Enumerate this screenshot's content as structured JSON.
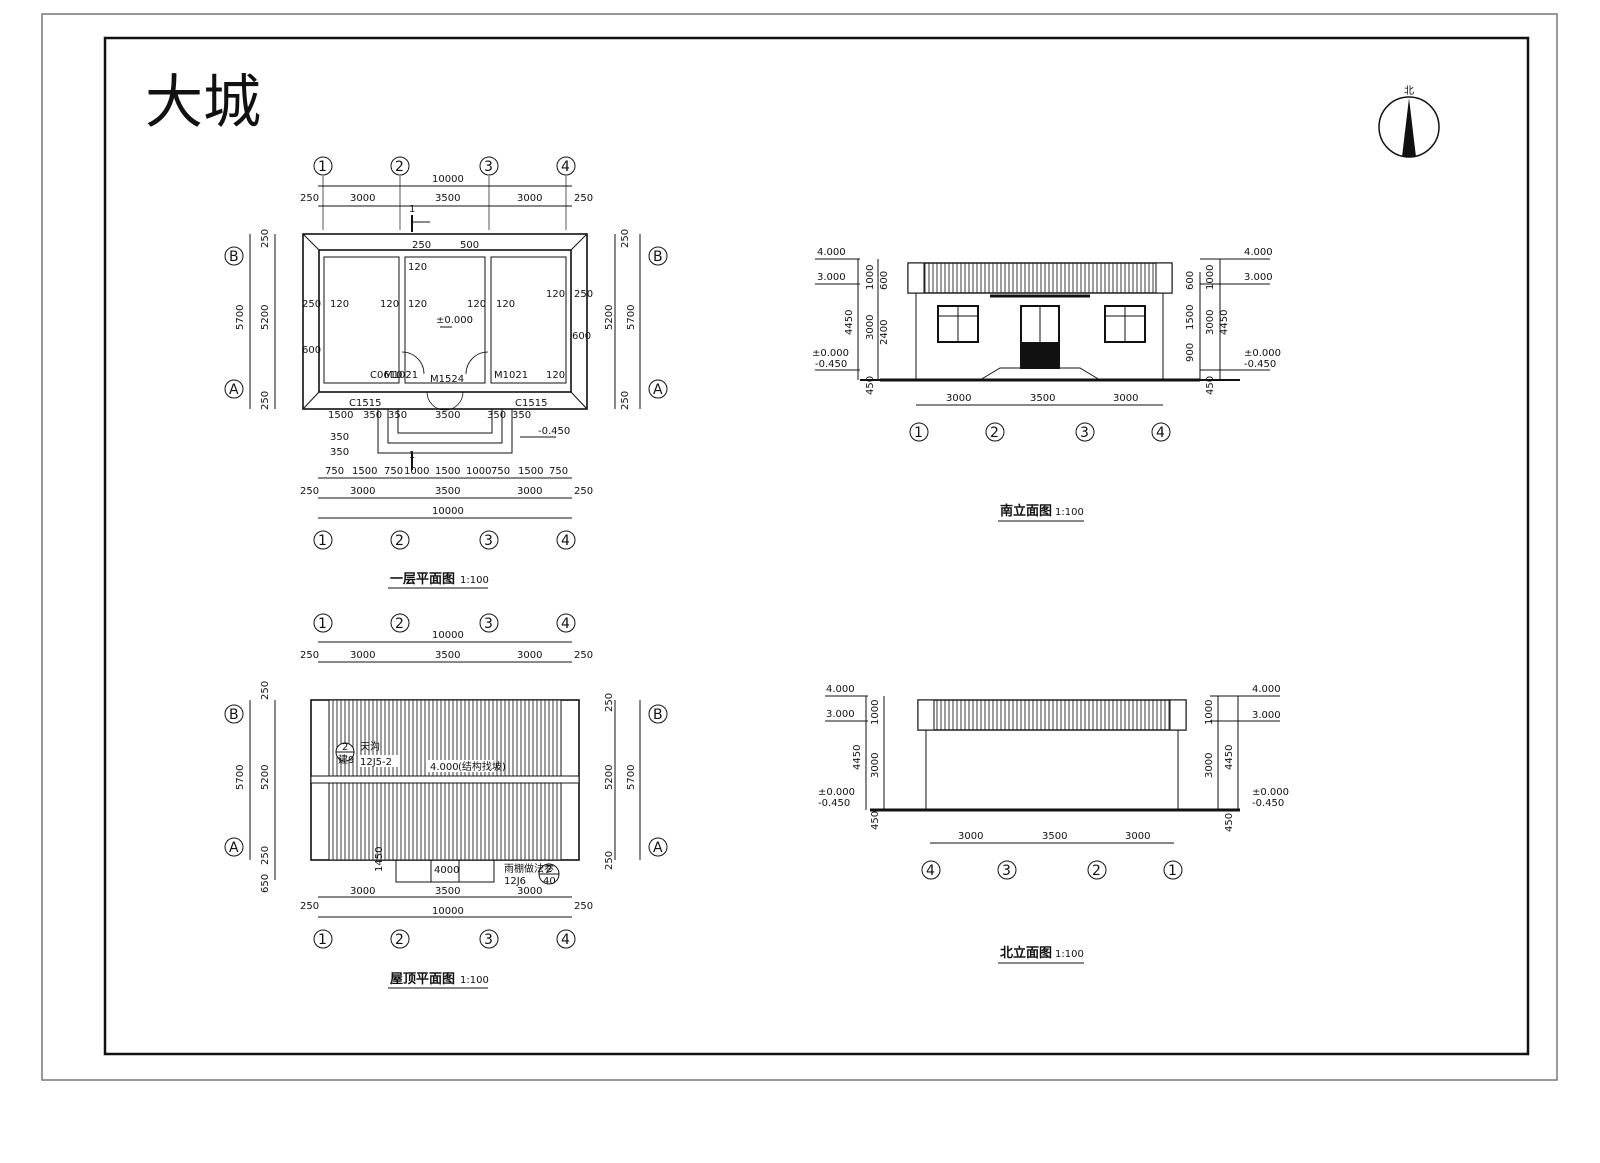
{
  "sheet": {
    "handwritten_label": "大城"
  },
  "north_arrow": {
    "label": "北"
  },
  "titles": {
    "plan": "一层平面图",
    "roof": "屋顶平面图",
    "south": "南立面图",
    "north": "北立面图",
    "scale": "1:100"
  },
  "axes": {
    "v1": "1",
    "v2": "2",
    "v3": "3",
    "v4": "4",
    "hA": "A",
    "hB": "B"
  },
  "dims": {
    "d10000": "10000",
    "d3000": "3000",
    "d3500": "3500",
    "d250": "250",
    "d5700": "5700",
    "d5200": "5200",
    "d500": "500",
    "d120": "120",
    "d600": "600",
    "d750": "750",
    "d1500": "1500",
    "d1000": "1000",
    "d350": "350",
    "d4450": "4450",
    "d2400": "2400",
    "d900": "900",
    "d450": "450",
    "d4000": "4000",
    "d1450": "1450",
    "d650": "650"
  },
  "plan": {
    "section_mark": "1",
    "elevation_floor": "±0.000",
    "elevation_ground": "-0.450",
    "door_main": "M1524",
    "door_left": "M1021",
    "door_right": "M1021",
    "window_left": "C1515",
    "window_right": "C1515",
    "window_small": "C0610"
  },
  "roof": {
    "elevation": "4.000",
    "ridge_note": "(结构找坡)",
    "detail_ref_1": {
      "num": "2",
      "sheet": "建9",
      "label": "天沟",
      "std": "12J5-2"
    },
    "detail_ref_2": {
      "num": "2",
      "sheet": "40",
      "label": "雨棚做法参",
      "std": "12J6"
    }
  },
  "levels": {
    "l4000": "4.000",
    "l3000": "3.000",
    "l0000": "±0.000",
    "lm0450": "-0.450"
  }
}
